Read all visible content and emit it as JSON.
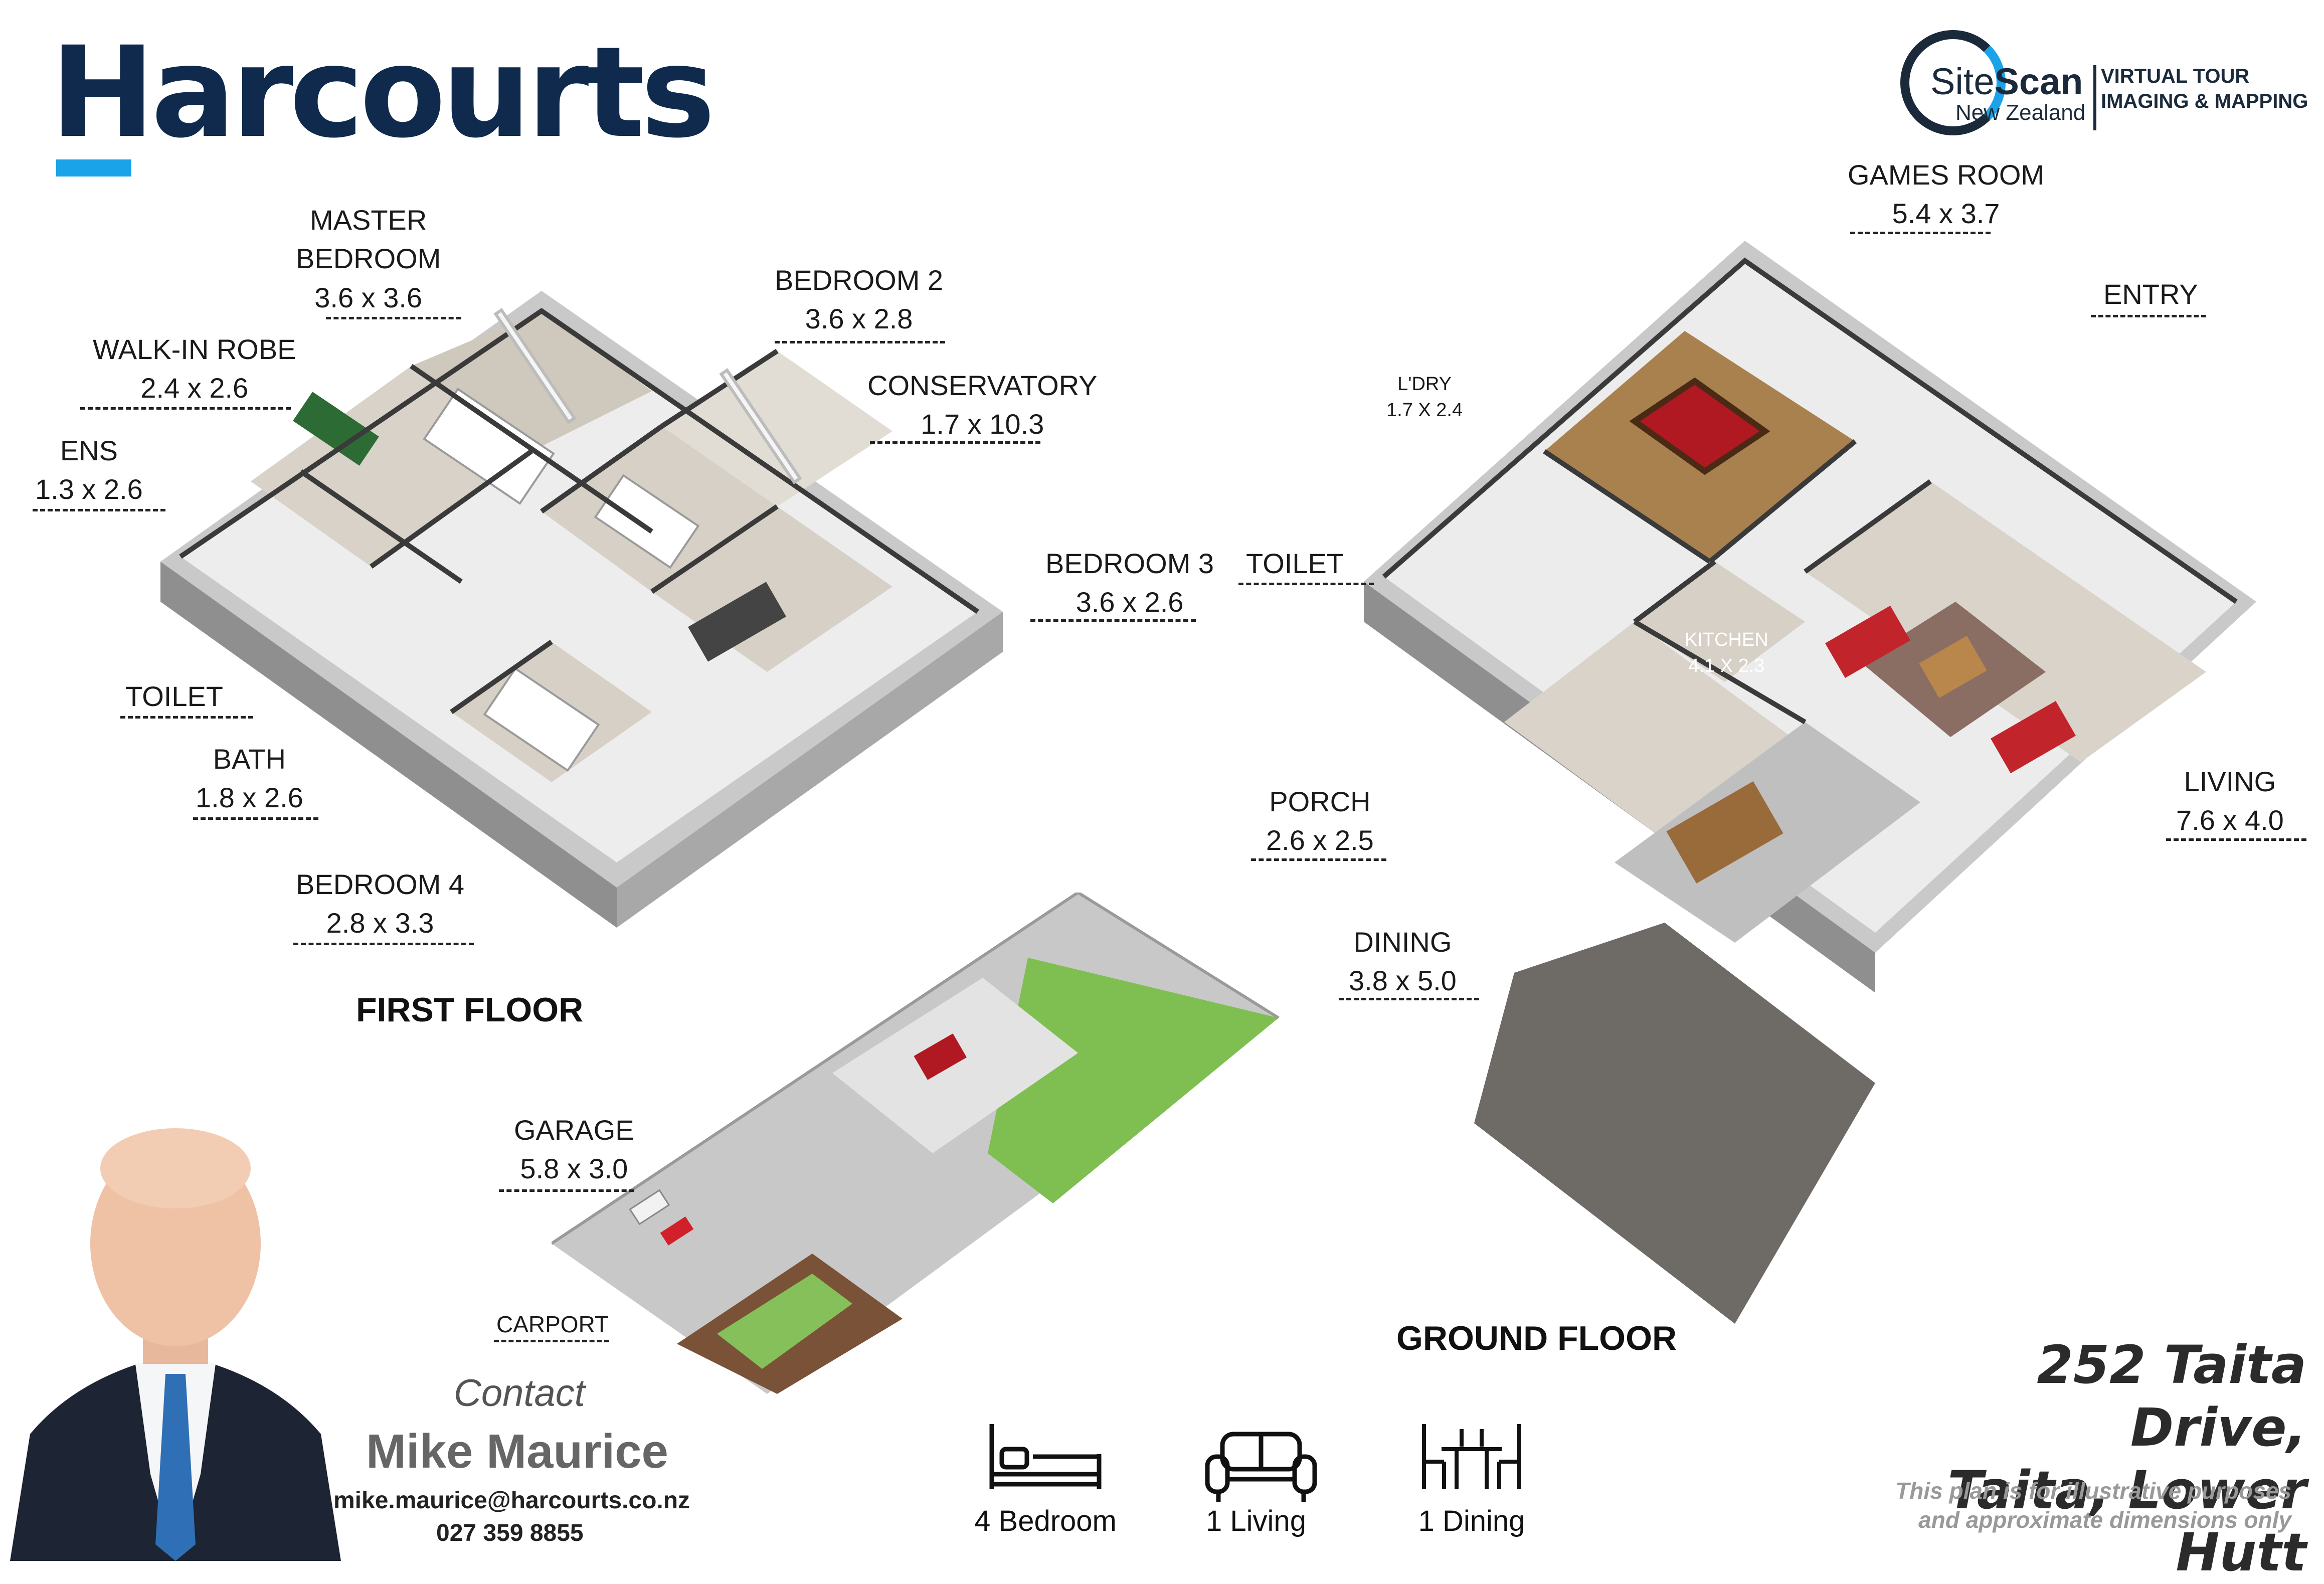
{
  "brand": {
    "name": "Harcourts",
    "color": "#0f2a4d",
    "accent": "#1aa3e8"
  },
  "sitescan": {
    "name_light": "Site",
    "name_bold": "Scan",
    "region": "New Zealand",
    "line1": "VIRTUAL TOUR",
    "line2": "IMAGING & MAPPING"
  },
  "first_floor": {
    "title": "FIRST FLOOR",
    "rooms": {
      "master_name": "MASTER\nBEDROOM",
      "master_dim": "3.6 x 3.6",
      "robe_name": "WALK-IN ROBE",
      "robe_dim": "2.4 x 2.6",
      "ens_name": "ENS",
      "ens_dim": "1.3 x 2.6",
      "toilet_name": "TOILET",
      "bath_name": "BATH",
      "bath_dim": "1.8 x 2.6",
      "bed4_name": "BEDROOM 4",
      "bed4_dim": "2.8 x 3.3",
      "bed2_name": "BEDROOM 2",
      "bed2_dim": "3.6 x 2.8",
      "conservatory_name": "CONSERVATORY",
      "conservatory_dim": "1.7 x 10.3",
      "bed3_name": "BEDROOM 3",
      "bed3_dim": "3.6 x 2.6"
    }
  },
  "ground_floor": {
    "title": "GROUND FLOOR",
    "rooms": {
      "games_name": "GAMES ROOM",
      "games_dim": "5.4 x 3.7",
      "entry_name": "ENTRY",
      "laundry_name": "L'DRY",
      "laundry_dim": "1.7 X 2.4",
      "toilet_name": "TOILET",
      "kitchen_name": "KITCHEN",
      "kitchen_dim": "4.1 X 2.3",
      "living_name": "LIVING",
      "living_dim": "7.6 x 4.0",
      "porch_name": "PORCH",
      "porch_dim": "2.6 x 2.5",
      "dining_name": "DINING",
      "dining_dim": "3.8 x 5.0"
    }
  },
  "site": {
    "garage_name": "GARAGE",
    "garage_dim": "5.8 x 3.0",
    "carport_name": "CARPORT"
  },
  "agent": {
    "contact_label": "Contact",
    "name": "Mike Maurice",
    "email": "mike.maurice@harcourts.co.nz",
    "phone": "027 359 8855"
  },
  "features": [
    {
      "icon": "bed-icon",
      "label": "4 Bedroom"
    },
    {
      "icon": "sofa-icon",
      "label": "1 Living"
    },
    {
      "icon": "dining-icon",
      "label": "1 Dining"
    }
  ],
  "address": {
    "line1": "252 Taita Drive,",
    "line2": "Taita, Lower Hutt"
  },
  "disclaimer": {
    "line1": "This plan is for illustrative purposes",
    "line2": "and approximate dimensions only"
  }
}
